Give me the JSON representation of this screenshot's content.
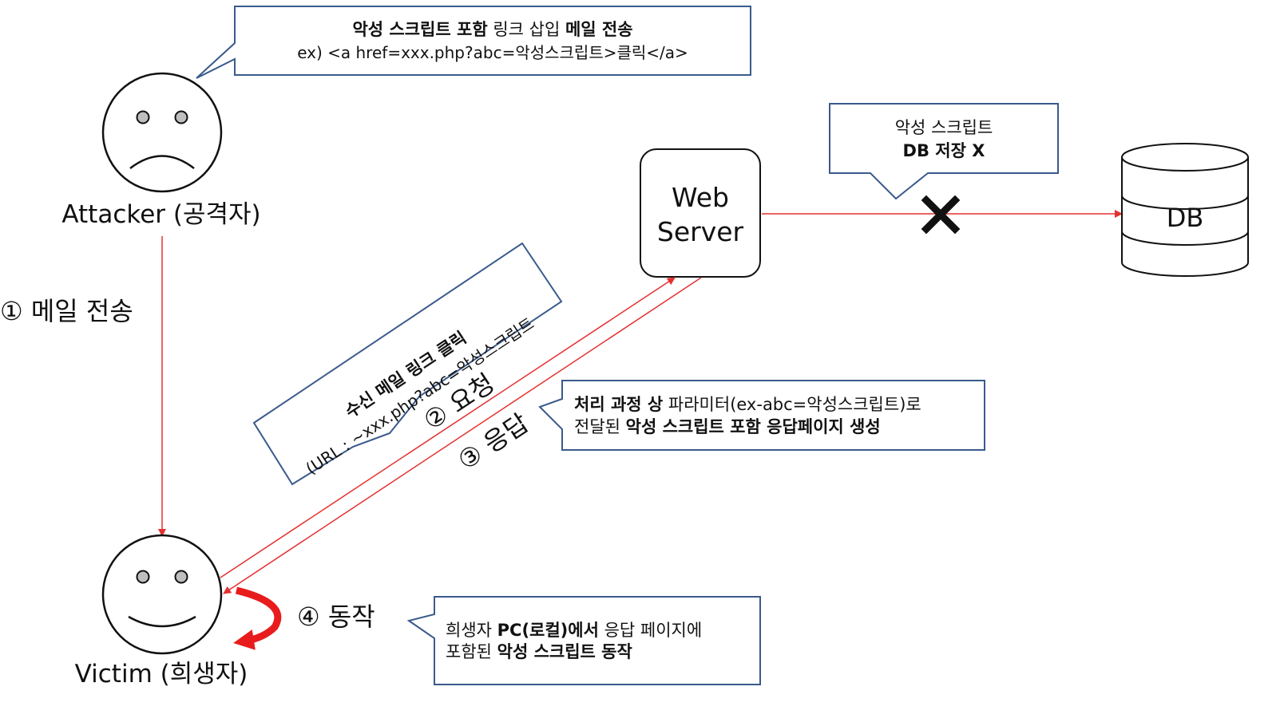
{
  "callouts": {
    "attacker_mail": {
      "line1": [
        {
          "text": "악성 스크립트 포함",
          "bold": true
        },
        {
          "text": " 링크 삽입 ",
          "bold": false
        },
        {
          "text": "메일 전송",
          "bold": true
        }
      ],
      "line2": "ex)  <a href=xxx.php?abc=악성스크립트>클릭</a>"
    },
    "db_store": {
      "line1": "악성 스크립트",
      "line2": "DB 저장 X"
    },
    "link_click": {
      "line1": "수신 메일 링크 클릭",
      "line2": "(URL : ~xxx.php?abc=악성스크립트"
    },
    "server_process": {
      "line1": [
        {
          "text": "처리 과정 상",
          "bold": true
        },
        {
          "text": " 파라미터(ex-abc=악성스크립트)로",
          "bold": false
        }
      ],
      "line2": [
        {
          "text": "전달된 ",
          "bold": false
        },
        {
          "text": "악성 스크립트 포함 응답페이지 생성",
          "bold": true
        }
      ]
    },
    "victim_exec": {
      "line1": [
        {
          "text": "희생자 ",
          "bold": false
        },
        {
          "text": "PC(로컬)에서",
          "bold": true
        },
        {
          "text": " 응답 페이지에",
          "bold": false
        }
      ],
      "line2": [
        {
          "text": "포함된 ",
          "bold": false
        },
        {
          "text": "악성 스크립트 동작",
          "bold": true
        }
      ]
    }
  },
  "actors": {
    "attacker": "Attacker (공격자)",
    "victim": "Victim (희생자)"
  },
  "nodes": {
    "web_server_line1": "Web",
    "web_server_line2": "Server",
    "db": "DB"
  },
  "steps": {
    "step1": "① 메일 전송",
    "step2": "② 요청",
    "step3": "③ 응답",
    "step4": "④ 동작"
  },
  "colors": {
    "arrow": "#e53030",
    "callout_border": "#3a5a8c",
    "action_arrow": "#e81c1c"
  }
}
